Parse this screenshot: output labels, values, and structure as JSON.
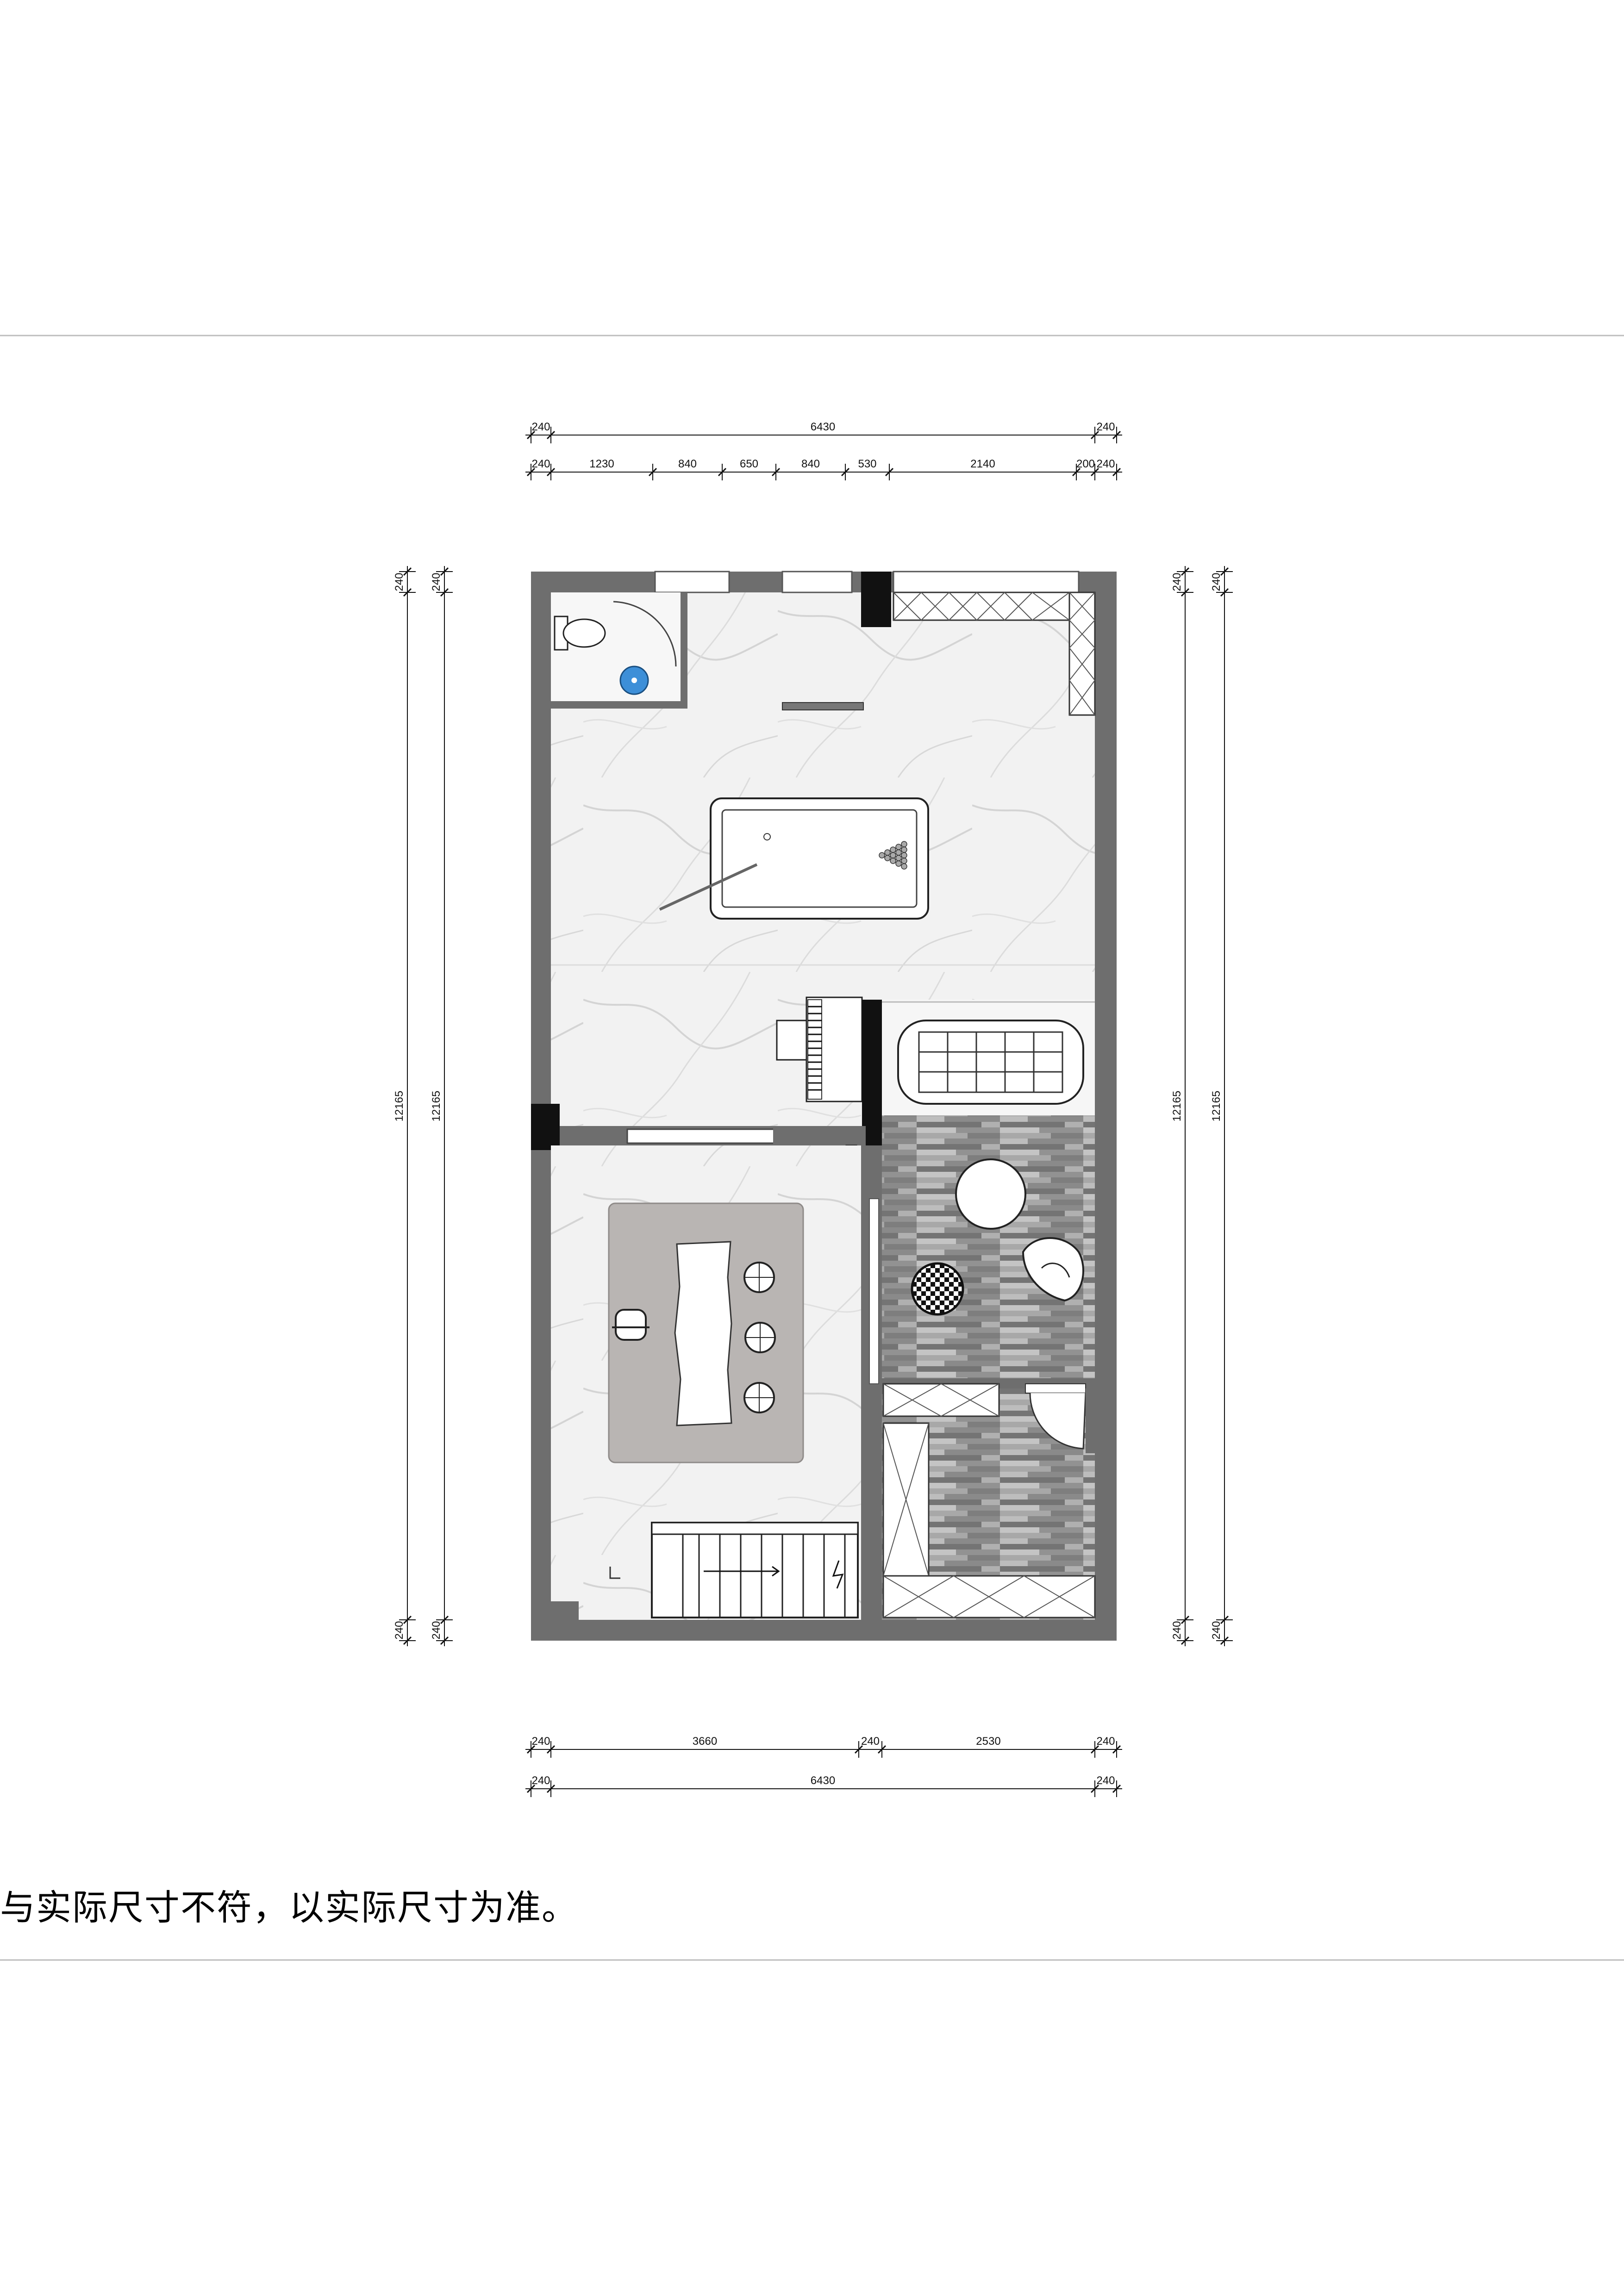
{
  "note": "与实际尺寸不符，以实际尺寸为准。",
  "dimensions": {
    "top_total": [
      "240",
      "6430",
      "240"
    ],
    "top_detail": [
      "240",
      "1230",
      "840",
      "650",
      "840",
      "530",
      "2140",
      "200",
      "240"
    ],
    "bottom_detail": [
      "240",
      "3660",
      "240",
      "2530",
      "240"
    ],
    "bottom_total": [
      "240",
      "6430",
      "240"
    ],
    "left_outer": [
      "240",
      "12165",
      "240"
    ],
    "left_inner": [
      "240",
      "12165",
      "240"
    ],
    "right_inner": [
      "240",
      "12165",
      "240"
    ],
    "right_outer": [
      "240",
      "12165",
      "240"
    ]
  },
  "colors": {
    "wall": "#6e6e6e",
    "column": "#111111",
    "marble": "#f3f3f3",
    "wood": "#8f8f8f",
    "rug": "#b9b5b3",
    "separator": "#c8c8c8"
  },
  "icons": [
    "toilet-icon",
    "shower-icon",
    "billiard-table-icon",
    "piano-icon",
    "sofa-icon",
    "round-table-icon",
    "lounge-chair-icon",
    "ottoman-icon",
    "desk-icon",
    "chair-icon",
    "staircase-icon"
  ]
}
